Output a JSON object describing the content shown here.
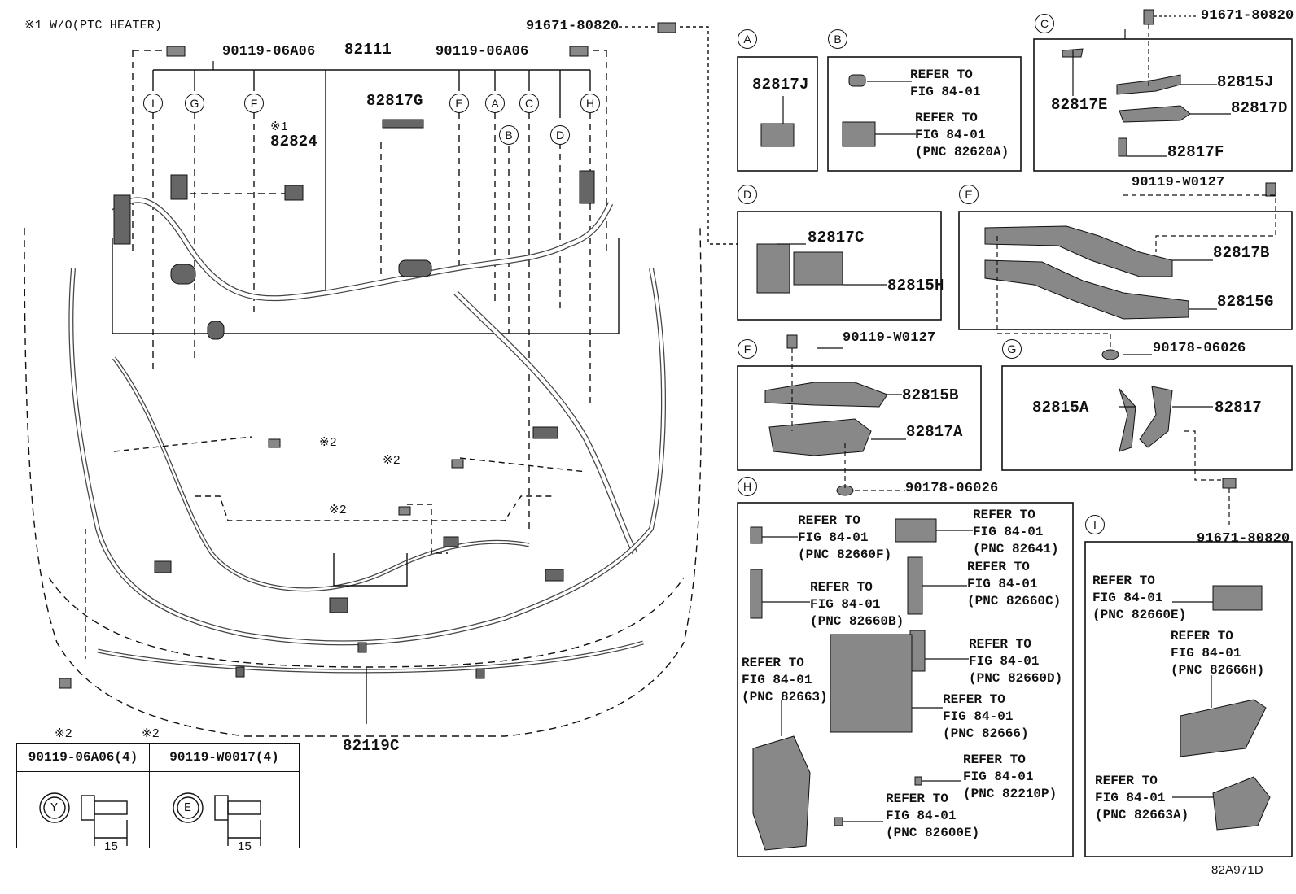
{
  "note_top": "※1 W/O(PTC HEATER)",
  "main": {
    "harness_top": "82111",
    "harness_bottom": "82119C",
    "bolt_left": "90119-06A06",
    "bolt_right": "90119-06A06",
    "screw_top": "91671-80820",
    "clamp_82817G": "82817G",
    "note_82824_mark": "※1",
    "part_82824": "82824",
    "mark2": "※2",
    "callouts": [
      "I",
      "G",
      "F",
      "E",
      "A",
      "B",
      "C",
      "D",
      "H"
    ]
  },
  "detail_A": {
    "label": "A",
    "part": "82817J"
  },
  "detail_B": {
    "label": "B",
    "ref1": "REFER TO\nFIG 84-01",
    "ref2": "REFER TO\nFIG 84-01\n(PNC 82620A)"
  },
  "detail_C": {
    "label": "C",
    "screw": "91671-80820",
    "p1": "82817E",
    "p2": "82815J",
    "p3": "82817D",
    "p4": "82817F"
  },
  "detail_D": {
    "label": "D",
    "p1": "82817C",
    "p2": "82815H"
  },
  "detail_E": {
    "label": "E",
    "bolt": "90119-W0127",
    "p1": "82817B",
    "p2": "82815G",
    "clip": "90178-06026"
  },
  "detail_F": {
    "label": "F",
    "bolt": "90119-W0127",
    "p1": "82815B",
    "p2": "82817A",
    "clip": "90178-06026"
  },
  "detail_G": {
    "label": "G",
    "p1": "82815A",
    "p2": "82817",
    "screw": "91671-80820"
  },
  "detail_H": {
    "label": "H",
    "refs": [
      "REFER TO\nFIG 84-01\n(PNC 82660F)",
      "REFER TO\nFIG 84-01\n(PNC 82641)",
      "REFER TO\nFIG 84-01\n(PNC 82660C)",
      "REFER TO\nFIG 84-01\n(PNC 82660B)",
      "REFER TO\nFIG 84-01\n(PNC 82660D)",
      "REFER TO\nFIG 84-01\n(PNC 82663)",
      "REFER TO\nFIG 84-01\n(PNC 82666)",
      "REFER TO\nFIG 84-01\n(PNC 82210P)",
      "REFER TO\nFIG 84-01\n(PNC 82600E)"
    ]
  },
  "detail_I": {
    "label": "I",
    "refs": [
      "REFER TO\nFIG 84-01\n(PNC 82660E)",
      "REFER TO\nFIG 84-01\n(PNC 82666H)",
      "REFER TO\nFIG 84-01\n(PNC 82663A)"
    ]
  },
  "fastener_table": {
    "col1_title": "90119-06A06(4)",
    "col2_title": "90119-W0017(4)",
    "col1_letter": "Y",
    "col2_letter": "E",
    "col1_len": "15",
    "col2_len": "15"
  },
  "diagram_code": "82A971D"
}
